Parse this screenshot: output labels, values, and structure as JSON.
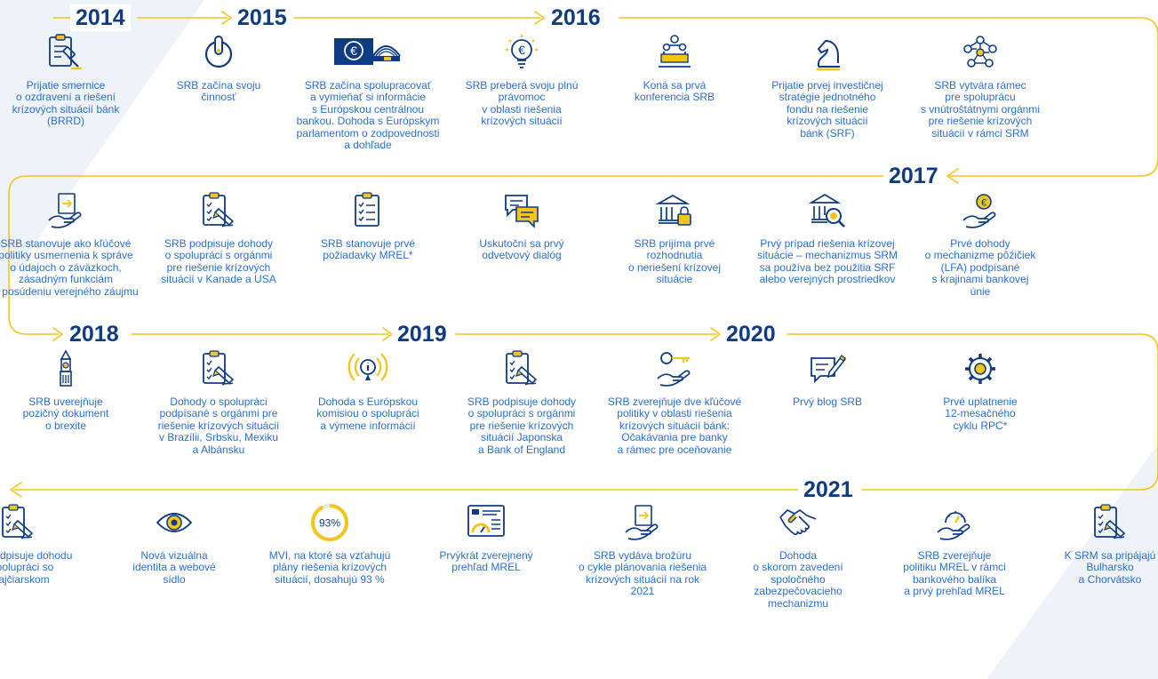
{
  "colors": {
    "navy": "#0e3b83",
    "blue": "#2a6fd0",
    "yellow": "#f5c419",
    "bg_shape": "#eef2f9"
  },
  "years": [
    "2014",
    "2015",
    "2016",
    "2017",
    "2018",
    "2019",
    "2020",
    "2021"
  ],
  "rows": [
    {
      "items": [
        {
          "icon": "gavel-document-icon",
          "label": "Prijatie smernice\no ozdravení a riešení\nkrízových situácií bánk\n(BRRD)"
        },
        {
          "icon": "power-icon",
          "label": "SRB začína svoju\nčinnosť"
        },
        {
          "icon": "euro-parliament-icon",
          "label": "SRB začína spolupracovať\na vymieňať si informácie\ns Európskou centrálnou\nbankou. Dohoda s Európskym\nparlamentom o zodpovednosti\na dohľade"
        },
        {
          "icon": "euro-lightbulb-icon",
          "label": "SRB preberá svoju plnú\nprávomoc\nv oblasti riešenia\nkrízových situácií"
        },
        {
          "icon": "conference-icon",
          "label": "Koná sa prvá\nkonferencia SRB"
        },
        {
          "icon": "chess-knight-icon",
          "label": "Prijatie prvej investičnej\nstratégie jednotného\nfondu na riešenie\nkrízových situácií\nbánk (SRF)"
        },
        {
          "icon": "network-icon",
          "label": "SRB vytvára rámec\npre spoluprácu\ns vnútroštátnymi orgánmi\npre riešenie krízových\nsituácií v rámci SRM"
        }
      ]
    },
    {
      "items": [
        {
          "icon": "hand-document-icon",
          "label": "SRB stanovuje ako kľúčové\npolitiky usmernenia k správe\no údajoch o záväzkoch,\nzásadným funkciám\na posúdeniu verejného záujmu"
        },
        {
          "icon": "signed-agreement-icon",
          "label": "SRB podpisuje dohody\no spolupráci s orgánmi\npre riešenie krízových\nsituácií v Kanade a USA"
        },
        {
          "icon": "checklist-icon",
          "label": "SRB stanovuje prvé\npožiadavky MREL*"
        },
        {
          "icon": "dialogue-icon",
          "label": "Uskutoční sa prvý\nodvetvový dialóg"
        },
        {
          "icon": "bank-lock-icon",
          "label": "SRB prijíma prvé\nrozhodnutia\no neriešení krízovej\nsituácie"
        },
        {
          "icon": "bank-magnifier-icon",
          "label": "Prvý prípad riešenia krízovej\nsituácie – mechanizmus SRM\nsa používa bez použitia SRF\nalebo verejných prostriedkov"
        },
        {
          "icon": "hand-coin-icon",
          "label": "Prvé dohody\no mechanizme pôžičiek\n(LFA) podpísané\ns krajinami bankovej\núnie"
        }
      ]
    },
    {
      "items": [
        {
          "icon": "big-ben-icon",
          "label": "SRB uverejňuje\npozičný dokument\no brexite"
        },
        {
          "icon": "signed-agreement-icon",
          "label": "Dohody o spolupráci\npodpísané s orgánmi pre\nriešenie krízových situácií\nv Brazílii, Srbsku, Mexiku\na Albánsku"
        },
        {
          "icon": "info-broadcast-icon",
          "label": "Dohoda s Európskou\nkomisiou o spolupráci\na výmene informácií"
        },
        {
          "icon": "signed-agreement-icon",
          "label": "SRB podpisuje dohody\no spolupráci s orgánmi\npre riešenie krízových\nsituácií Japonska\na Bank of England"
        },
        {
          "icon": "hand-key-icon",
          "label": "SRB zverejňuje dve kľúčové\npolitiky v oblasti riešenia\nkrízových situácií bánk:\nOčakávania pre banky\na rámec pre oceňovanie"
        },
        {
          "icon": "blog-pen-icon",
          "label": "Prvý blog SRB"
        },
        {
          "icon": "gear-icon",
          "label": "Prvé uplatnenie\n12-mesačného\ncyklu RPC*"
        }
      ]
    },
    {
      "items": [
        {
          "icon": "signed-agreement-icon",
          "label": "SRB podpisuje dohodu\no spolupráci so\nŠvajčiarskom"
        },
        {
          "icon": "eye-icon",
          "label": "Nová vizuálna\nidentita a webové\nsídlo"
        },
        {
          "icon": "percent-ring-icon",
          "ring_text": "93%",
          "ring_value": 93,
          "label": "MVI, na ktoré sa vzťahujú\nplány riešenia krízových\nsituácií, dosahujú 93 %"
        },
        {
          "icon": "dashboard-icon",
          "label": "Prvýkrát zverejnený\nprehľad MREL"
        },
        {
          "icon": "hand-document-icon",
          "label": "SRB vydáva brožúru\no cykle plánovania riešenia\nkrízových situácií na rok\n2021"
        },
        {
          "icon": "handshake-icon",
          "label": "Dohoda\no skorom zavedení\nspoločného\nzabezpečovacieho\nmechanizmu"
        },
        {
          "icon": "hand-gauge-icon",
          "label": "SRB zverejňuje\npolitiku MREL v rámci\nbankového balíka\na prvý prehľad MREL"
        },
        {
          "icon": "signed-agreement-icon",
          "label": "K SRM sa pripájajú\nBulharsko\na Chorvátsko"
        }
      ]
    }
  ]
}
